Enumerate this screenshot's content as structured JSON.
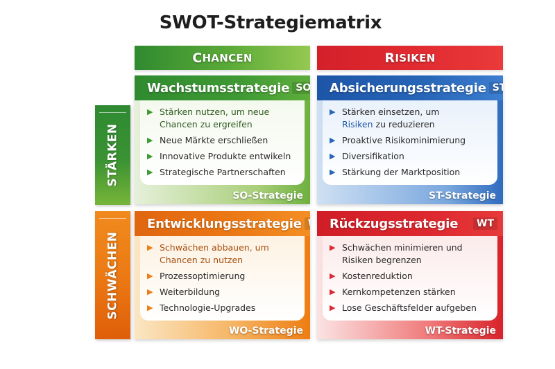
{
  "title": "SWOT-Strategiematrix",
  "columns": [
    {
      "label_first": "C",
      "label_rest": "HANCEN",
      "color": "#4a9e36"
    },
    {
      "label_first": "R",
      "label_rest": "ISIKEN",
      "color": "#dd2830"
    }
  ],
  "rows": [
    {
      "label": "STÄRKEN",
      "color": "#3a9233"
    },
    {
      "label": "SCHWÄCHEN",
      "color": "#ec7a14"
    }
  ],
  "quadrants": {
    "so": {
      "title": "Wachstumsstrategie",
      "code": "SO",
      "color": "#3f9a34",
      "items": [
        "Stärken nutzen, um neue Chancen zu ergreifen",
        "Neue Märkte erschließen",
        "Innovative Produkte entwikeln",
        "Strategische Partnerschaften"
      ],
      "footer": "SO-Strategie"
    },
    "st": {
      "title": "Absicherungsstrategie",
      "code": "ST",
      "color": "#2866b8",
      "items": [
        "Stärken einsetzen, um",
        "Proaktive Risikominimierung",
        "Diversifikation",
        "Stärkung der Marktposition"
      ],
      "item0_highlight": "Risiken",
      "item0_tail": " zu reduzieren",
      "footer": "ST-Strategie"
    },
    "wo": {
      "title": "Entwicklungsstrategie",
      "code": "WO",
      "color": "#ee7d12",
      "items": [
        "Schwächen abbauen, um Chancen zu nutzen",
        "Prozessoptimierung",
        "Weiterbildung",
        "Technologie-Upgrades"
      ],
      "footer": "WO-Strategie"
    },
    "wt": {
      "title": "Rückzugsstrategie",
      "code": "WT",
      "color": "#dd2830",
      "items": [
        "Schwächen minimieren und Risiken begrenzen",
        "Kostenreduktion",
        "Kernkompetenzen stärken",
        "Lose Geschäftsfelder aufgeben"
      ],
      "footer": "WT-Strategie"
    }
  },
  "icons": {
    "bullet": "▶"
  }
}
